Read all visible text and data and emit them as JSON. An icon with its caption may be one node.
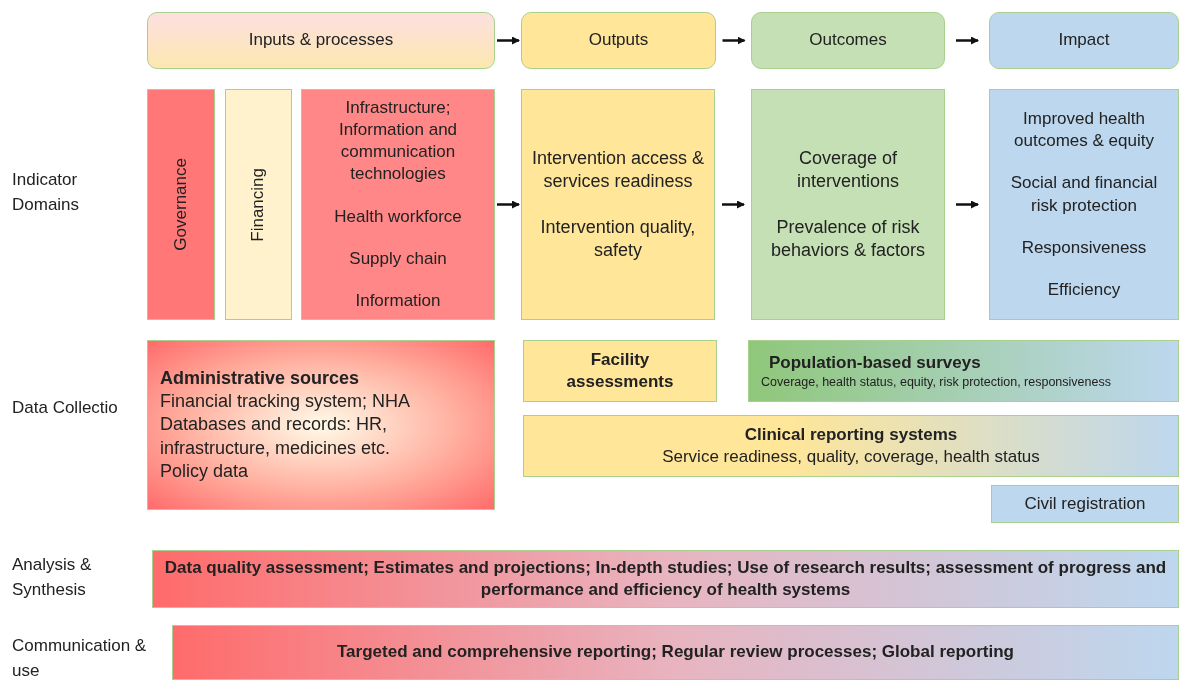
{
  "diagram": {
    "nodes": [
      {
        "text": [
          "Inputs & processes"
        ]
      },
      {
        "text": [
          "Outputs"
        ]
      },
      {
        "text": [
          "Outcomes"
        ]
      },
      {
        "text": [
          "Impact"
        ]
      },
      {
        "text": [
          "Governance"
        ]
      },
      {
        "text": [
          "Financing"
        ]
      },
      {
        "text": [
          "Infrastructure; Information and communication technologies",
          "Health workforce",
          "Supply chain",
          "Information"
        ]
      },
      {
        "text": [
          "Intervention access & services readiness",
          "Intervention quality, safety"
        ]
      },
      {
        "text": [
          "Coverage of interventions",
          "Prevalence of risk behaviors & factors"
        ]
      },
      {
        "text": [
          "Improved health outcomes & equity",
          "Social and financial risk protection",
          "Responsiveness",
          "Efficiency"
        ]
      },
      {
        "text": [
          "Administrative sources",
          "Financial tracking system; NHA",
          "Databases and records: HR, infrastructure, medicines etc.",
          "Policy data"
        ]
      },
      {
        "text": [
          "Facility assessments"
        ]
      },
      {
        "text": [
          "Population-based surveys",
          "Coverage, health status, equity, risk protection, responsiveness"
        ]
      },
      {
        "text": [
          "Clinical reporting systems",
          "Service readiness, quality, coverage, health status"
        ]
      },
      {
        "text": [
          "Civil registration"
        ]
      },
      {
        "text": [
          "Data quality assessment; Estimates and projections; In-depth studies; Use of research results; assessment of progress and performance and efficiency of health systems"
        ]
      },
      {
        "text": [
          "Targeted and comprehensive reporting; Regular review processes; Global reporting"
        ]
      }
    ],
    "edges": [
      {
        "from": 0,
        "to": 1,
        "arrow": "to"
      },
      {
        "from": 1,
        "to": 2,
        "arrow": "to"
      },
      {
        "from": 2,
        "to": 3,
        "arrow": "to"
      },
      {
        "from": 6,
        "to": 7,
        "arrow": "to"
      },
      {
        "from": 7,
        "to": 8,
        "arrow": "to"
      },
      {
        "from": 8,
        "to": 9,
        "arrow": "to"
      }
    ],
    "labels": [
      "Indicator Domains",
      "Data Collectio",
      "Analysis & Synthesis",
      "Communication & use"
    ]
  }
}
